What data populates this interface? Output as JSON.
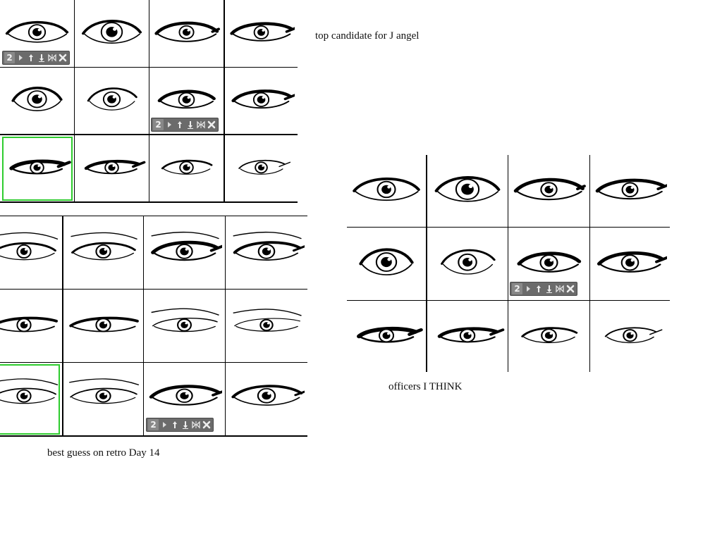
{
  "captions": {
    "top_candidate": "top candidate for J angel",
    "officers": "officers I THINK",
    "retro": "best guess on retro Day 14"
  },
  "toolbar": {
    "count": "2",
    "icons": [
      "play-arrow-icon",
      "move-up-icon",
      "move-down-icon",
      "flip-icon",
      "close-icon"
    ]
  },
  "colors": {
    "selection": "#2ecc2e",
    "toolbar": "#6b6b6b"
  },
  "boards": [
    {
      "name": "eye-board-top-left",
      "rows": 3,
      "cols": 4,
      "cells": [
        {
          "style": "round-lid"
        },
        {
          "style": "big-iris"
        },
        {
          "style": "wide-lash"
        },
        {
          "style": "almond-sharp"
        },
        {
          "style": "circle-iris"
        },
        {
          "style": "pointed"
        },
        {
          "style": "heavy-lid"
        },
        {
          "style": "flick"
        },
        {
          "style": "narrow-dark",
          "selected": true
        },
        {
          "style": "slim-dark"
        },
        {
          "style": "slim"
        },
        {
          "style": "thin-flick"
        }
      ],
      "toolbars_at": [
        0,
        6
      ]
    },
    {
      "name": "eye-board-bottom-left",
      "rows": 3,
      "cols": 4,
      "cells": [
        {
          "style": "hooded"
        },
        {
          "style": "sketchy-brow"
        },
        {
          "style": "winged"
        },
        {
          "style": "winged-thin"
        },
        {
          "style": "long-narrow"
        },
        {
          "style": "long-narrow"
        },
        {
          "style": "sketch"
        },
        {
          "style": "sketch-thin"
        },
        {
          "style": "sketch-lid",
          "selected": true
        },
        {
          "style": "sketch-lid"
        },
        {
          "style": "big-winged"
        },
        {
          "style": "big-round"
        }
      ],
      "toolbars_at": [
        10
      ]
    },
    {
      "name": "eye-board-right",
      "rows": 3,
      "cols": 4,
      "cells": [
        {
          "style": "round-lid"
        },
        {
          "style": "big-iris"
        },
        {
          "style": "wide-lash"
        },
        {
          "style": "almond-sharp"
        },
        {
          "style": "circle-iris"
        },
        {
          "style": "pointed"
        },
        {
          "style": "heavy-lid"
        },
        {
          "style": "flick"
        },
        {
          "style": "narrow-dark"
        },
        {
          "style": "slim-dark"
        },
        {
          "style": "slim"
        },
        {
          "style": "thin-flick"
        }
      ],
      "toolbars_at": [
        6
      ]
    }
  ]
}
